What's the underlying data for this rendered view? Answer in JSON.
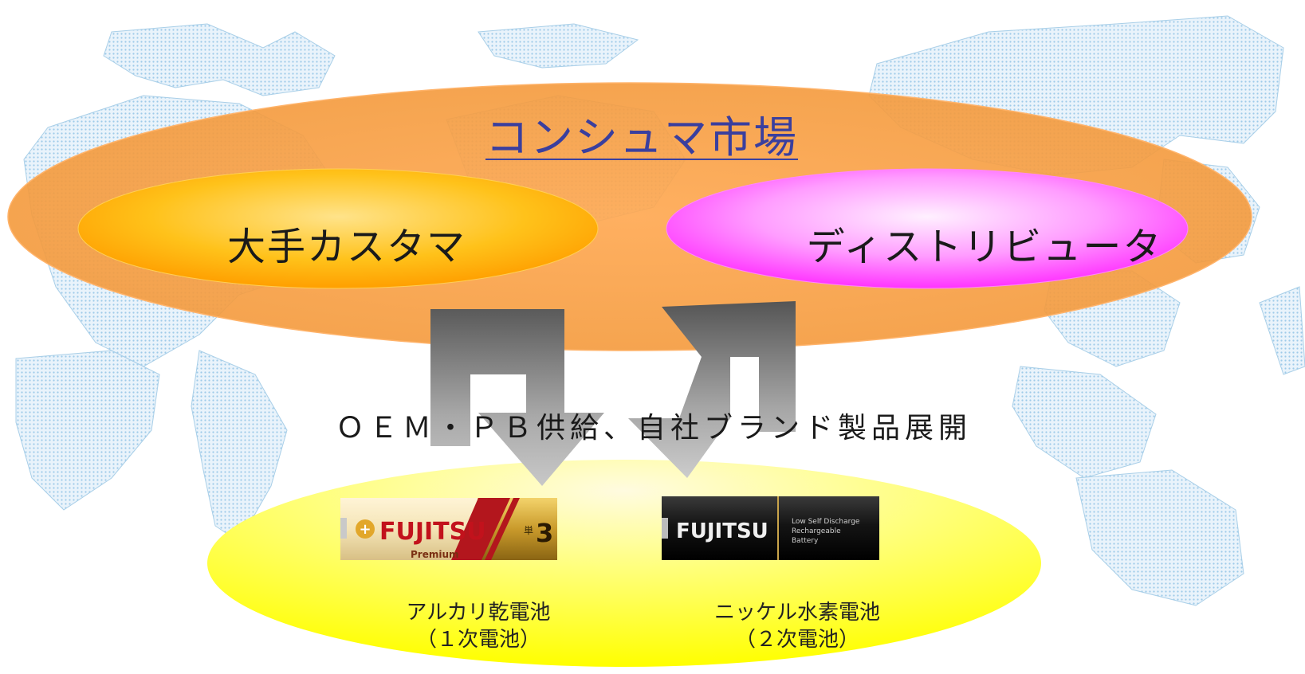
{
  "diagram": {
    "market": {
      "title": "コンシュマ市場"
    },
    "customers": {
      "label": "大手カスタマ"
    },
    "distributors": {
      "label": "ディストリビュータ"
    },
    "supply": {
      "label": "ＯＥＭ・ＰＢ供給、自社ブランド製品展開"
    },
    "products": [
      {
        "name": "アルカリ乾電池",
        "type": "（１次電池）",
        "brand": "FUJITSU",
        "badge": "Premium",
        "size": "3",
        "size_prefix": "単"
      },
      {
        "name": "ニッケル水素電池",
        "type": "（２次電池）",
        "brand": "FUJITSU",
        "caption_lines": [
          "Low Self Discharge",
          "Rechargeable",
          "Battery"
        ]
      }
    ]
  },
  "colors": {
    "market_ellipse": "#f7a14a",
    "customer_ellipse": "#ffb800",
    "distributor_ellipse": "#ff66ff",
    "products_ellipse": "#ffff33",
    "arrow": "#8a8a8a",
    "title_text": "#3a3f9e"
  },
  "icons": {
    "background": "world-map-icon",
    "arrows": "bidirectional-arrow-icon"
  }
}
